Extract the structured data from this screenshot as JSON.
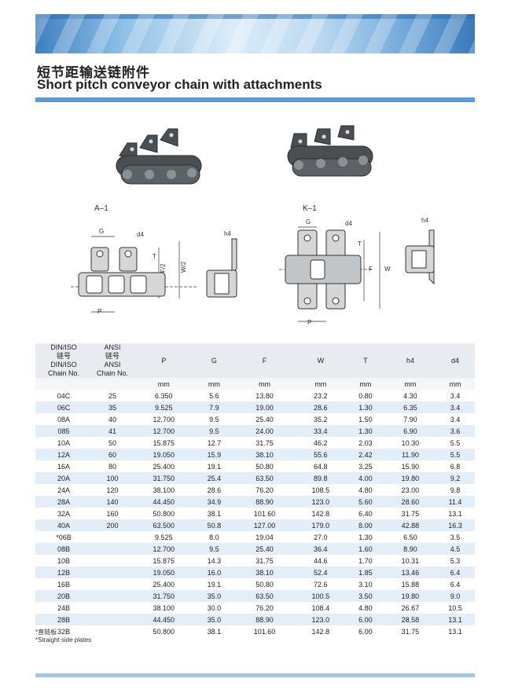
{
  "header": {
    "title_cn": "短节距输送链附件",
    "title_en": "Short pitch conveyor chain with attachments"
  },
  "figures": {
    "a1_label": "A–1",
    "k1_label": "K–1",
    "dims": [
      "G",
      "d4",
      "T",
      "F/2",
      "W/2",
      "P",
      "h4",
      "F",
      "W"
    ]
  },
  "table": {
    "headers": [
      [
        "DIN/ISO",
        "链号",
        "DIN/ISO",
        "Chain No."
      ],
      [
        "ANSI",
        "链号",
        "ANSI",
        "Chain No."
      ],
      [
        "P"
      ],
      [
        "G"
      ],
      [
        "F"
      ],
      [
        "W"
      ],
      [
        "T"
      ],
      [
        "h4"
      ],
      [
        "d4"
      ]
    ],
    "units": [
      "",
      "",
      "mm",
      "mm",
      "mm",
      "mm",
      "mm",
      "mm",
      "mm"
    ],
    "rows": [
      [
        "04C",
        "25",
        "6.350",
        "5.6",
        "13.80",
        "23.2",
        "0.80",
        "4.30",
        "3.4"
      ],
      [
        "06C",
        "35",
        "9.525",
        "7.9",
        "19.00",
        "28.6",
        "1.30",
        "6.35",
        "3.4"
      ],
      [
        "08A",
        "40",
        "12.700",
        "9.5",
        "25.40",
        "35.2",
        "1.50",
        "7.90",
        "3.4"
      ],
      [
        "085",
        "41",
        "12.700",
        "9.5",
        "24.00",
        "33.4",
        "1.30",
        "6.90",
        "3.6"
      ],
      [
        "10A",
        "50",
        "15.875",
        "12.7",
        "31.75",
        "46.2",
        "2.03",
        "10.30",
        "5.5"
      ],
      [
        "12A",
        "60",
        "19.050",
        "15.9",
        "38.10",
        "55.6",
        "2.42",
        "11.90",
        "5.5"
      ],
      [
        "16A",
        "80",
        "25.400",
        "19.1",
        "50.80",
        "64.8",
        "3.25",
        "15.90",
        "6.8"
      ],
      [
        "20A",
        "100",
        "31.750",
        "25.4",
        "63.50",
        "89.8",
        "4.00",
        "19.80",
        "9.2"
      ],
      [
        "24A",
        "120",
        "38.100",
        "28.6",
        "76.20",
        "108.5",
        "4.80",
        "23.00",
        "9.8"
      ],
      [
        "28A",
        "140",
        "44.450",
        "34.9",
        "88.90",
        "123.0",
        "5.60",
        "28.60",
        "11.4"
      ],
      [
        "32A",
        "160",
        "50.800",
        "38.1",
        "101.60",
        "142.8",
        "6.40",
        "31.75",
        "13.1"
      ],
      [
        "40A",
        "200",
        "63.500",
        "50.8",
        "127.00",
        "179.0",
        "8.00",
        "42.88",
        "16.3"
      ],
      [
        "*06B",
        "",
        "9.525",
        "8.0",
        "19.04",
        "27.0",
        "1.30",
        "6.50",
        "3.5"
      ],
      [
        "08B",
        "",
        "12.700",
        "9.5",
        "25.40",
        "36.4",
        "1.60",
        "8.90",
        "4.5"
      ],
      [
        "10B",
        "",
        "15.875",
        "14.3",
        "31.75",
        "44.6",
        "1.70",
        "10.31",
        "5.3"
      ],
      [
        "12B",
        "",
        "19.050",
        "16.0",
        "38.10",
        "52.4",
        "1.85",
        "13.46",
        "6.4"
      ],
      [
        "16B",
        "",
        "25.400",
        "19.1",
        "50.80",
        "72.6",
        "3.10",
        "15.88",
        "6.4"
      ],
      [
        "20B",
        "",
        "31.750",
        "35.0",
        "63.50",
        "100.5",
        "3.50",
        "19.80",
        "9.0"
      ],
      [
        "24B",
        "",
        "38.100",
        "30.0",
        "76.20",
        "108.4",
        "4.80",
        "26.67",
        "10.5"
      ],
      [
        "28B",
        "",
        "44.450",
        "35.0",
        "88.90",
        "123.0",
        "6.00",
        "28.58",
        "13.1"
      ],
      [
        "32B",
        "",
        "50.800",
        "38.1",
        "101.60",
        "142.8",
        "6.00",
        "31.75",
        "13.1"
      ]
    ]
  },
  "notes": {
    "cn": "*直链板",
    "en": "*Straight side plates"
  }
}
